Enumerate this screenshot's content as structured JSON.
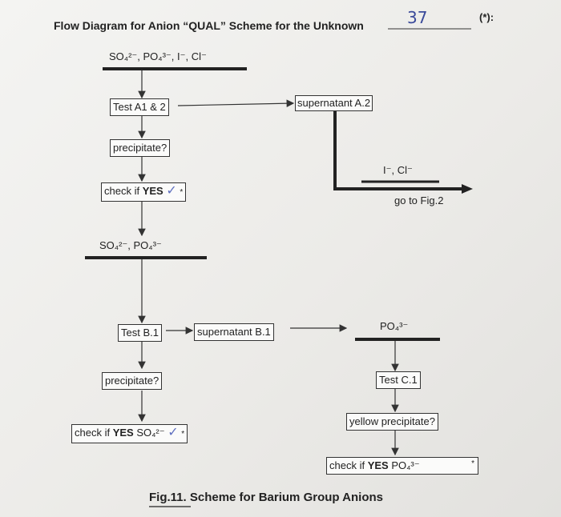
{
  "header": {
    "title": "Flow Diagram for Anion “QUAL” Scheme for the Unknown",
    "unknown_number": "37",
    "star_colon": "(*):"
  },
  "top_ions": "SO₄²⁻, PO₄³⁻, I⁻, Cl⁻",
  "left": {
    "test_a": "Test A1 & 2",
    "precipitate_q": "precipitate?",
    "check_yes_prefix": "check if ",
    "check_yes_word": "YES",
    "star": "*",
    "mid_ions": "SO₄²⁻, PO₄³⁻",
    "test_b": "Test B.1",
    "precipitate_b": "precipitate?",
    "check_so4_prefix": "check if ",
    "check_so4_word": "YES",
    "check_so4_ion": "SO₄²⁻",
    "check_mark": "✓"
  },
  "right_top": {
    "supernatant_a2": "supernatant A.2",
    "ions": "I⁻, Cl⁻",
    "go_to": "go to Fig.2"
  },
  "right_bottom": {
    "supernatant_b1": "supernatant B.1",
    "po4": "PO₄³⁻",
    "test_c": "Test C.1",
    "yellow_ppt": "yellow precipitate?",
    "check_po4_prefix": "check if ",
    "check_po4_word": "YES",
    "check_po4_ion": "PO₄³⁻",
    "star": "*"
  },
  "caption": {
    "fig_label": "Fig.11.",
    "fig_text": " Scheme for Barium Group Anions"
  }
}
